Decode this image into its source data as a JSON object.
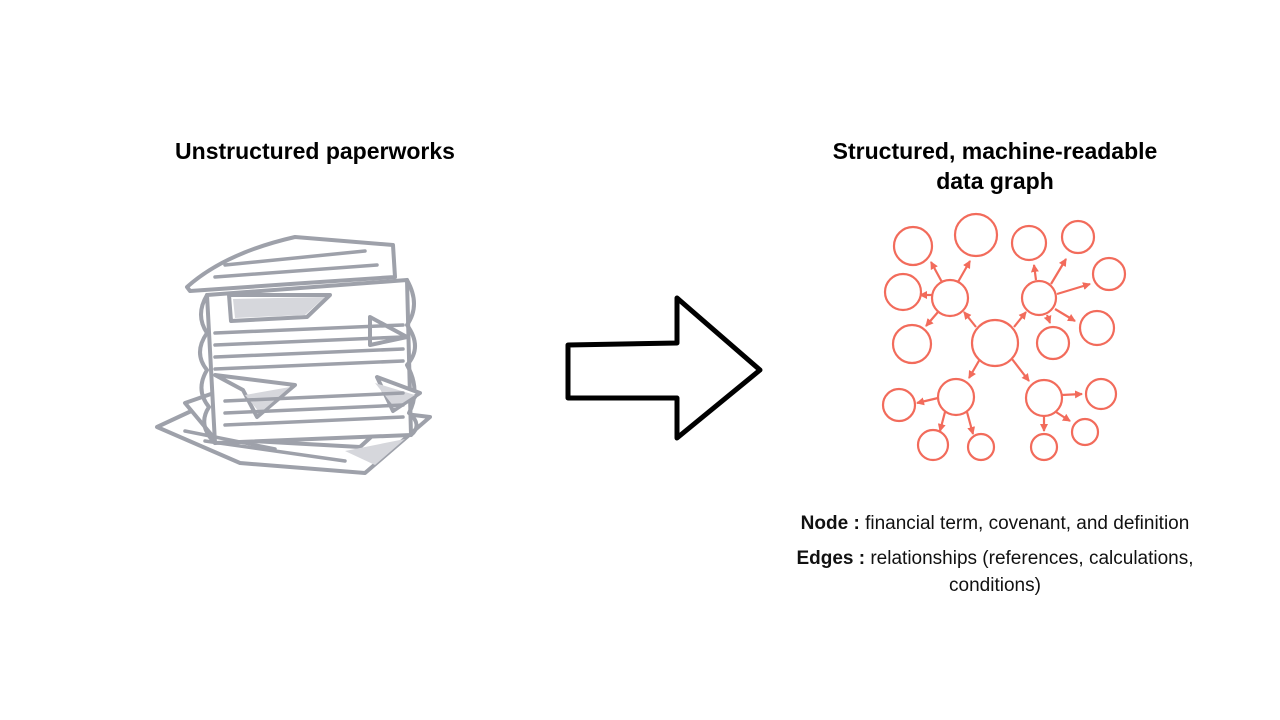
{
  "left": {
    "title": "Unstructured paperworks"
  },
  "right": {
    "title": "Structured, machine-readable\ndata graph"
  },
  "legend": {
    "node_label": "Node :",
    "node_text": "financial term, covenant, and definition",
    "edges_label": "Edges :",
    "edges_text": "relationships (references, calculations, conditions)"
  },
  "colors": {
    "graph": "#f26b5b",
    "paper_outline": "#9ea1aa",
    "paper_shade": "#d6d7dc",
    "arrow": "#000000"
  }
}
